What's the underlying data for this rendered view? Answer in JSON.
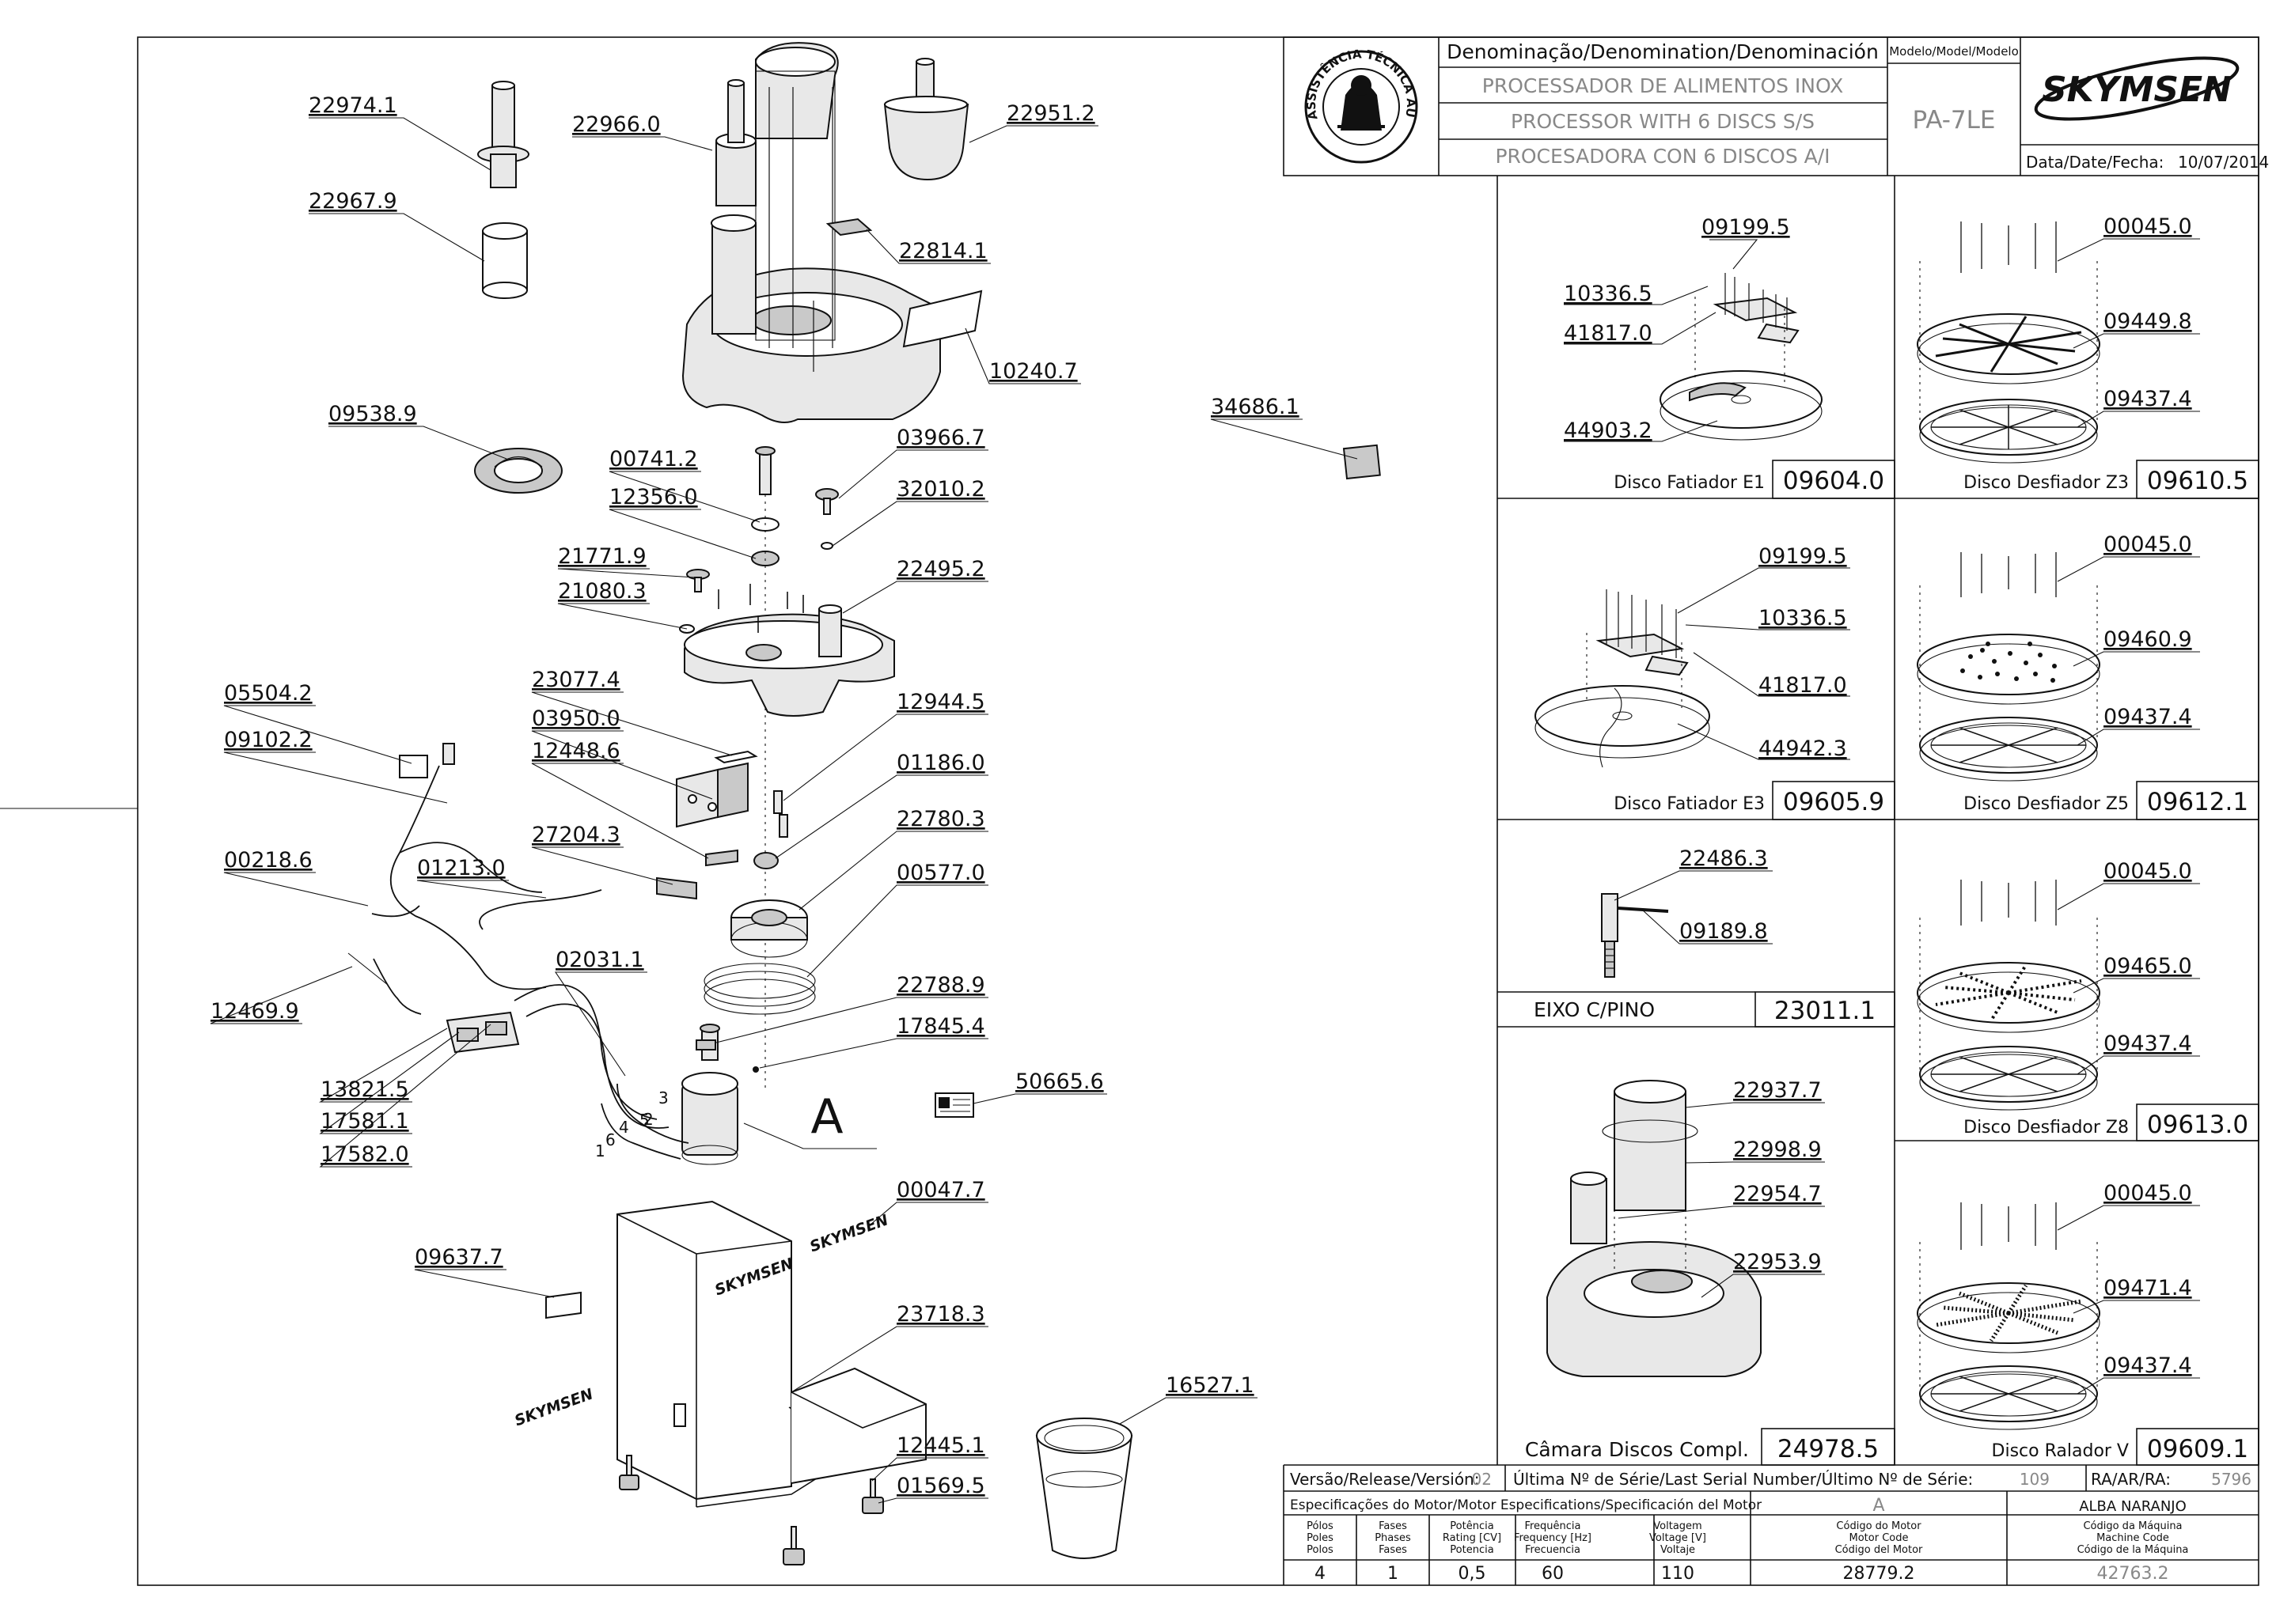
{
  "title_block": {
    "denomination_header": "Denominação/Denomination/Denominación",
    "name_pt": "PROCESSADOR DE ALIMENTOS INOX",
    "name_en": "PROCESSOR WITH 6 DISCS S/S",
    "name_es": "PROCESADORA CON 6 DISCOS A/I",
    "model_header": "Modelo/Model/Modelo",
    "model": "PA-7LE",
    "brand": "SKYMSEN",
    "date_label": "Data/Date/Fecha:",
    "date": "10/07/2014",
    "seal_text": "ASSISTÊNCIA TÉCNICA AUTORIZADA"
  },
  "main_parts": {
    "p22974_1": "22974.1",
    "p22967_9": "22967.9",
    "p22966_0": "22966.0",
    "p22951_2": "22951.2",
    "p22814_1": "22814.1",
    "p10240_7": "10240.7",
    "p34686_1": "34686.1",
    "p09538_9": "09538.9",
    "p00741_2": "00741.2",
    "p12356_0": "12356.0",
    "p03966_7": "03966.7",
    "p32010_2": "32010.2",
    "p21771_9": "21771.9",
    "p21080_3": "21080.3",
    "p22495_2": "22495.2",
    "p05504_2": "05504.2",
    "p09102_2": "09102.2",
    "p23077_4": "23077.4",
    "p03950_0": "03950.0",
    "p12448_6": "12448.6",
    "p12944_5": "12944.5",
    "p01186_0": "01186.0",
    "p22780_3": "22780.3",
    "p00577_0": "00577.0",
    "p00218_6": "00218.6",
    "p01213_0": "01213.0",
    "p27204_3": "27204.3",
    "p02031_1": "02031.1",
    "p12469_9": "12469.9",
    "p22788_9": "22788.9",
    "p17845_4": "17845.4",
    "p50665_6": "50665.6",
    "p13821_5": "13821.5",
    "p17581_1": "17581.1",
    "p17582_0": "17582.0",
    "p00047_7": "00047.7",
    "p09637_7": "09637.7",
    "p23718_3": "23718.3",
    "p16527_1": "16527.1",
    "p12445_1": "12445.1",
    "p01569_5": "01569.5",
    "motor_letter": "A",
    "wire_numbers": [
      "1",
      "2",
      "3",
      "4",
      "5",
      "6"
    ]
  },
  "panels": {
    "e1": {
      "parts": [
        "09199.5",
        "10336.5",
        "41817.0",
        "44903.2"
      ],
      "name": "Disco Fatiador E1",
      "code": "09604.0"
    },
    "z3": {
      "parts": [
        "00045.0",
        "09449.8",
        "09437.4"
      ],
      "name": "Disco Desfiador Z3",
      "code": "09610.5"
    },
    "e3": {
      "parts": [
        "09199.5",
        "10336.5",
        "41817.0",
        "44942.3"
      ],
      "name": "Disco Fatiador E3",
      "code": "09605.9"
    },
    "z5": {
      "parts": [
        "00045.0",
        "09460.9",
        "09437.4"
      ],
      "name": "Disco Desfiador Z5",
      "code": "09612.1"
    },
    "eixo": {
      "parts": [
        "22486.3",
        "09189.8"
      ],
      "name": "EIXO C/PINO",
      "code": "23011.1"
    },
    "z8": {
      "parts": [
        "00045.0",
        "09465.0",
        "09437.4"
      ],
      "name": "Disco Desfiador Z8",
      "code": "09613.0"
    },
    "camara": {
      "parts": [
        "22937.7",
        "22998.9",
        "22954.7",
        "22953.9"
      ],
      "name": "Câmara Discos Compl.",
      "code": "24978.5"
    },
    "ralador": {
      "parts": [
        "00045.0",
        "09471.4",
        "09437.4"
      ],
      "name": "Disco Ralador V",
      "code": "09609.1"
    }
  },
  "footer": {
    "version_label": "Versão/Release/Versión:",
    "version": "02",
    "serial_label": "Última Nº de Série/Last Serial Number/Último Nº de Série:",
    "serial": "109",
    "ra_label": "RA/AR/RA:",
    "ra": "5796",
    "motor_spec_label": "Especificações do Motor/Motor Especifications/Specificación del Motor",
    "motor_letter": "A",
    "company": "ALBA NARANJO",
    "col_poles": [
      "Pólos",
      "Poles",
      "Polos"
    ],
    "col_phases": [
      "Fases",
      "Phases",
      "Fases"
    ],
    "col_power": [
      "Potência",
      "Rating [CV]",
      "Potencia"
    ],
    "col_freq": [
      "Frequência",
      "Frequency [Hz]",
      "Frecuencia"
    ],
    "col_volt": [
      "Voltagem",
      "Voltage [V]",
      "Voltaje"
    ],
    "col_motor_code": [
      "Código do Motor",
      "Motor Code",
      "Código del Motor"
    ],
    "col_machine_code": [
      "Código da Máquina",
      "Machine Code",
      "Código de la Máquina"
    ],
    "poles": "4",
    "phases": "1",
    "power": "0,5",
    "freq": "60",
    "volt": "110",
    "motor_code": "28779.2",
    "machine_code": "42763.2"
  }
}
